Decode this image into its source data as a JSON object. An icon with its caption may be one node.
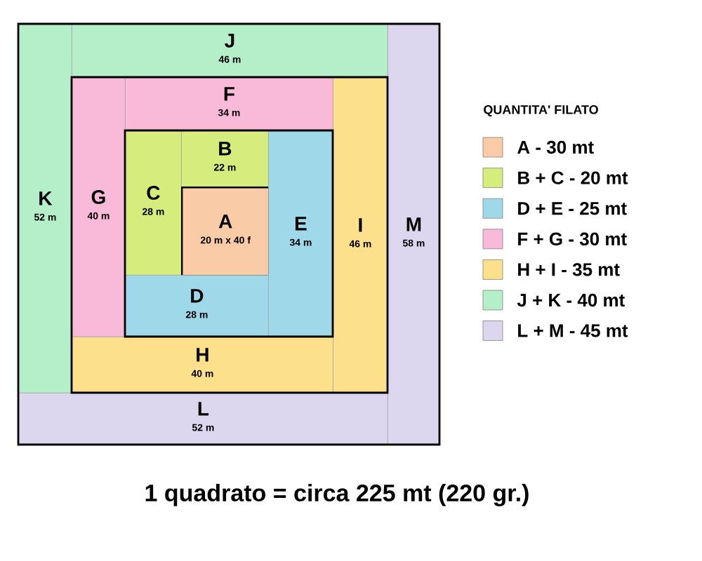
{
  "diagram": {
    "caption": "1 quadrato = circa 225 mt (220  gr.)",
    "nodes": [
      {
        "text": [
          "K",
          "52 m"
        ]
      },
      {
        "text": [
          "J",
          "46 m"
        ]
      },
      {
        "text": [
          "M",
          "58 m"
        ]
      },
      {
        "text": [
          "G",
          "40 m"
        ]
      },
      {
        "text": [
          "F",
          "34 m"
        ]
      },
      {
        "text": [
          "C",
          "28 m"
        ]
      },
      {
        "text": [
          "B",
          "22 m"
        ]
      },
      {
        "text": [
          "A",
          "20 m x 40 f"
        ]
      },
      {
        "text": [
          "E",
          "34 m"
        ]
      },
      {
        "text": [
          "I",
          "46 m"
        ]
      },
      {
        "text": [
          "D",
          "28 m"
        ]
      },
      {
        "text": [
          "H",
          "40 m"
        ]
      },
      {
        "text": [
          "L",
          "52 m"
        ]
      }
    ],
    "labels": [
      "QUANTITA' FILATO"
    ],
    "legend": [
      {
        "text": "A - 30 mt",
        "color": "#f9cba6"
      },
      {
        "text": "B + C - 20 mt",
        "color": "#d6ec7c"
      },
      {
        "text": "D + E - 25 mt",
        "color": "#9fd8e8"
      },
      {
        "text": "F + G - 30 mt",
        "color": "#f9b9d9"
      },
      {
        "text": "H + I - 35 mt",
        "color": "#fde08c"
      },
      {
        "text": "J + K - 40 mt",
        "color": "#b5efc9"
      },
      {
        "text": "L + M - 45 mt",
        "color": "#dcd6ee"
      }
    ]
  }
}
